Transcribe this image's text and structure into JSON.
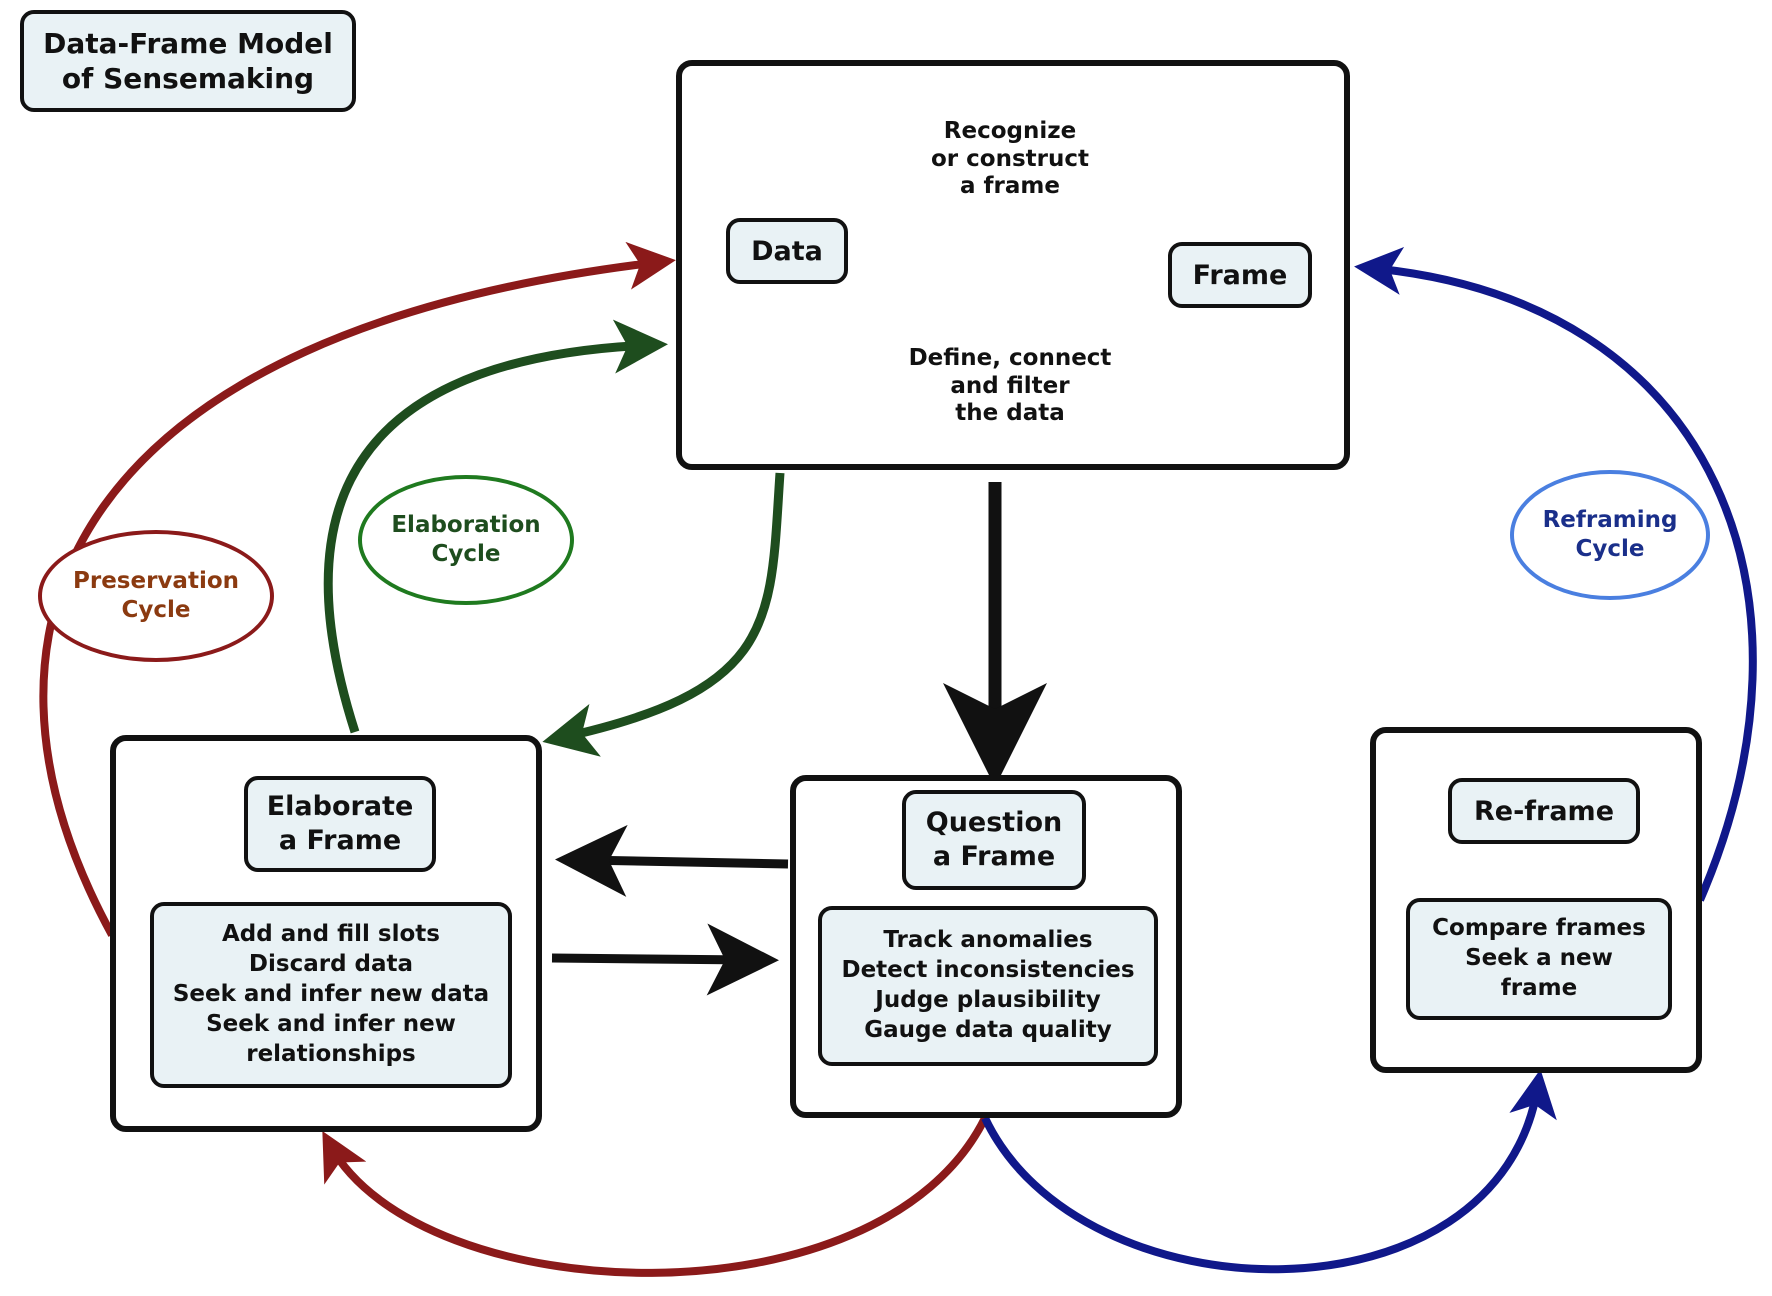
{
  "title": {
    "lines": [
      "Data-Frame Model",
      "of Sensemaking"
    ]
  },
  "center_box": {
    "data_label": "Data",
    "frame_label": "Frame",
    "top_text": [
      "Recognize",
      "or construct",
      "a frame"
    ],
    "bottom_text": [
      "Define, connect",
      "and filter",
      "the data"
    ]
  },
  "elaborate": {
    "heading": [
      "Elaborate",
      "a Frame"
    ],
    "items": [
      "Add and fill slots",
      "Discard data",
      "Seek and infer new data",
      "Seek and infer new",
      "relationships"
    ]
  },
  "question": {
    "heading": [
      "Question",
      "a Frame"
    ],
    "items": [
      "Track anomalies",
      "Detect inconsistencies",
      "Judge plausibility",
      "Gauge data quality"
    ]
  },
  "reframe": {
    "heading": "Re-frame",
    "items": [
      "Compare frames",
      "Seek a new",
      "frame"
    ]
  },
  "cycles": {
    "preservation": {
      "lines": [
        "Preservation",
        "Cycle"
      ],
      "color": "#8b1a1a",
      "text_color": "#8b3a10"
    },
    "elaboration": {
      "lines": [
        "Elaboration",
        "Cycle"
      ],
      "color": "#1f7a1f",
      "arrow_color": "#1e4d1e"
    },
    "reframing": {
      "lines": [
        "Reframing",
        "Cycle"
      ],
      "color": "#4a7fe0",
      "text_color": "#1a2f8a",
      "arrow_color": "#10188a"
    }
  }
}
